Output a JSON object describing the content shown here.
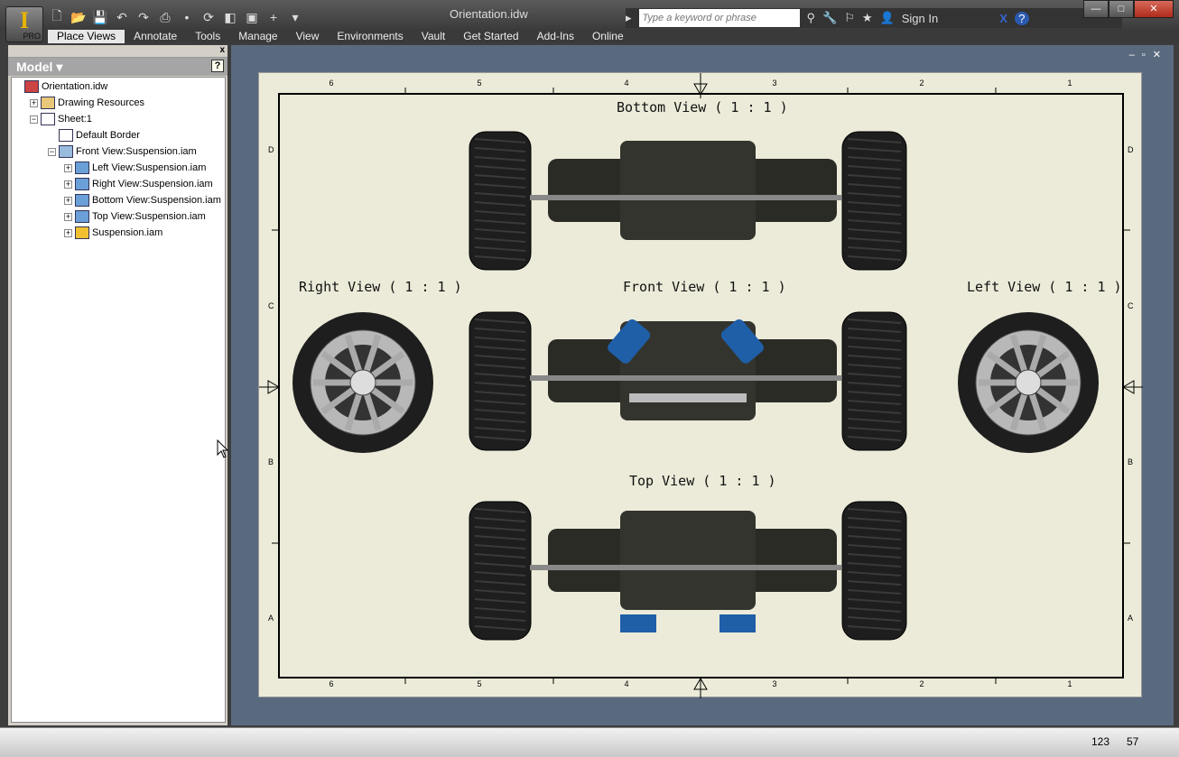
{
  "app": {
    "title": "Orientation.idw",
    "edition": "PRO"
  },
  "search": {
    "placeholder": "Type a keyword or phrase",
    "sign_in": "Sign In"
  },
  "tabs": [
    "Place Views",
    "Annotate",
    "Tools",
    "Manage",
    "View",
    "Environments",
    "Vault",
    "Get Started",
    "Add-Ins",
    "Online"
  ],
  "panel": {
    "title": "Model ▾",
    "help": "?",
    "close": "x"
  },
  "tree": [
    {
      "label": "Orientation.idw",
      "expander": ""
    },
    {
      "label": "Drawing Resources",
      "expander": "+"
    },
    {
      "label": "Sheet:1",
      "expander": "−"
    },
    {
      "label": "Default Border",
      "expander": ""
    },
    {
      "label": "Front View:Suspension.iam",
      "expander": "−"
    },
    {
      "label": "Left View:Suspension.iam",
      "expander": "+"
    },
    {
      "label": "Right View:Suspension.iam",
      "expander": "+"
    },
    {
      "label": "Bottom View:Suspension.iam",
      "expander": "+"
    },
    {
      "label": "Top View:Suspension.iam",
      "expander": "+"
    },
    {
      "label": "Suspension.iam",
      "expander": "+"
    }
  ],
  "sheet": {
    "zones_x": [
      "6",
      "5",
      "4",
      "3",
      "2",
      "1"
    ],
    "zones_y": [
      "D",
      "C",
      "B",
      "A"
    ],
    "views": {
      "bottom": "Bottom View ( 1 : 1 )",
      "right": "Right View ( 1 : 1 )",
      "front": "Front View ( 1 : 1 )",
      "left": "Left View ( 1 : 1 )",
      "top": "Top View ( 1 : 1 )"
    }
  },
  "status": {
    "x": "123",
    "y": "57"
  },
  "colors": {
    "sheet": "#ecebd9",
    "canvas": "#5a6a7e",
    "shock": "#1e5fa8"
  }
}
